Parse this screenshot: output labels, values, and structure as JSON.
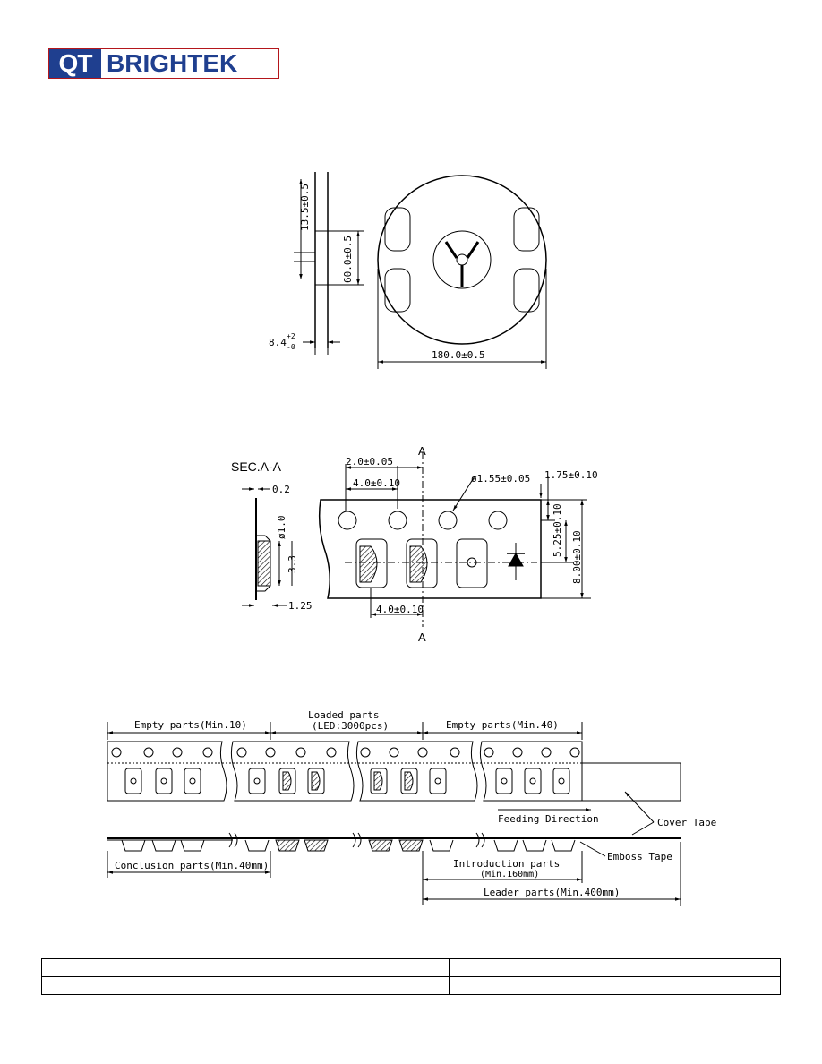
{
  "logo": {
    "qt": "QT",
    "brand": "BRIGHTEK",
    "brand_color": "#1f3f8f",
    "accent_color": "#b4161b"
  },
  "reel": {
    "dim_hub_width": "13.5±0.5",
    "dim_hub_dia": "60.0±0.5",
    "dim_width": "8.4",
    "dim_width_tol_plus": "+2",
    "dim_width_tol_minus": "-0",
    "dim_reel_dia": "180.0±0.5"
  },
  "tape": {
    "section_title": "SEC.A-A",
    "marker_top": "A",
    "marker_bottom": "A",
    "dim_thickness": "0.2",
    "dim_hole_dia": "ø1.0",
    "dim_pocket_depth": "3.3",
    "dim_pocket_offset": "1.25",
    "dim_pitch_half": "2.0±0.05",
    "dim_sprocket_pitch": "4.0±0.10",
    "dim_sprocket_dia": "ø1.55±0.05",
    "dim_edge": "1.75±0.10",
    "dim_center": "5.25±0.10",
    "dim_tape_width": "8.00±0.10",
    "dim_pocket_pitch": "4.0±0.10"
  },
  "leader": {
    "empty_start": "Empty parts(Min.10)",
    "loaded_title": "Loaded parts",
    "loaded_qty": "(LED:3000pcs)",
    "empty_end": "Empty parts(Min.40)",
    "feeding": "Feeding Direction",
    "cover_tape": "Cover Tape",
    "emboss_tape": "Emboss Tape",
    "conclusion": "Conclusion parts(Min.40mm)",
    "introduction": "Introduction parts",
    "introduction_min": "(Min.160mm)",
    "leader_parts": "Leader parts(Min.400mm)"
  }
}
